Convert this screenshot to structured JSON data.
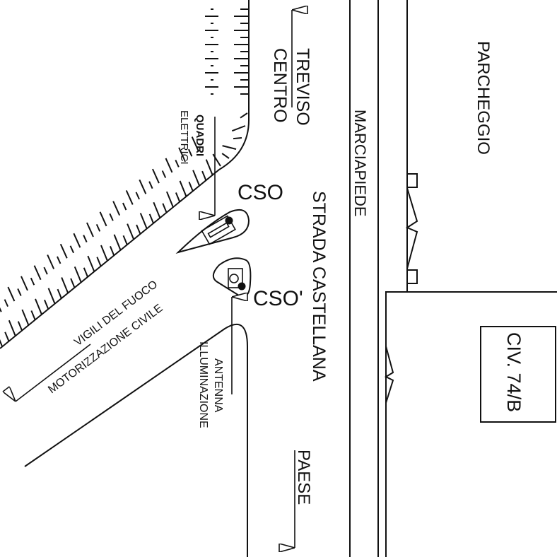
{
  "diagram": {
    "type": "site-plan",
    "colors": {
      "ink": "#111111",
      "background": "#ffffff"
    },
    "labels": {
      "treviso": "TREVISO",
      "centro": "CENTRO",
      "quadri": "QUADRI",
      "elettrici": "ELETTRICI",
      "cso": "CSO",
      "cso_prime": "CSO'",
      "strada_castellana": "STRADA CASTELLANA",
      "marciapiede": "MARCIAPIEDE",
      "parcheggio": "PARCHEGGIO",
      "civico": "CIV. 74/B",
      "vigili_del_fuoco": "VIGILI DEL FUOCO",
      "motorizzazione_civile": "MOTORIZZAZIONE CIVILE",
      "antenna": "ANTENNA",
      "illuminazione": "ILLUMINAZIONE",
      "paese": "PAESE"
    },
    "directions": {
      "treviso_centro": "up",
      "paese": "down",
      "vigili_motorizzazione": "down-left"
    }
  }
}
